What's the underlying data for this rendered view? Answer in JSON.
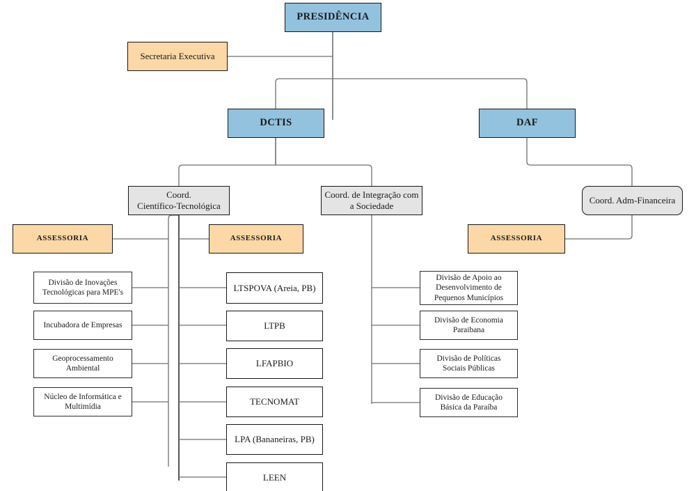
{
  "diagram": {
    "title": "Organograma",
    "colors": {
      "blue": "#92c2de",
      "peach": "#fbd8a6",
      "gray": "#e4e4e4",
      "white": "#ffffff",
      "border": "#161616",
      "connector": "#6f6f6f",
      "connector_dark": "#2b2b2b"
    }
  },
  "nodes": {
    "presidencia": {
      "label": "PRESIDÊNCIA"
    },
    "secretaria_executiva": {
      "label": "Secretaria Executiva"
    },
    "dctis": {
      "label": "DCTIS"
    },
    "daf": {
      "label": "DAF"
    },
    "coord_cientifico": {
      "label": "Coord.\nCientífico-Tecnológica"
    },
    "coord_integracao": {
      "label": "Coord. de Integração com\na Sociedade"
    },
    "coord_adm_financeira": {
      "label": "Coord. Adm-Financeira"
    },
    "assessoria_1": {
      "label": "ASSESSORIA"
    },
    "assessoria_2": {
      "label": "ASSESSORIA"
    },
    "assessoria_3": {
      "label": "ASSESSORIA"
    },
    "div_inovacoes": {
      "label": "Divisão de Inovações\nTecnológicas para MPE's"
    },
    "incubadora": {
      "label": "Incubadora de Empresas"
    },
    "geoprocessamento": {
      "label": "Geoprocessamento\nAmbiental"
    },
    "nucleo_informatica": {
      "label": "Núcleo de Informática e\nMultimídia"
    },
    "ltspova": {
      "label": "LTSPOVA (Areia, PB)"
    },
    "ltpb": {
      "label": "LTPB"
    },
    "lfapbio": {
      "label": "LFAPBIO"
    },
    "tecnomat": {
      "label": "TECNOMAT"
    },
    "lpa": {
      "label": "LPA (Bananeiras, PB)"
    },
    "leen": {
      "label": "LEEN"
    },
    "div_apoio": {
      "label": "Divisão de Apoio ao\nDesenvolvimento de\nPequenos Municípios"
    },
    "div_economia": {
      "label": "Divisão de Economia\nParaibana"
    },
    "div_politicas": {
      "label": "Divisão de Políticas\nSociais Públicas"
    },
    "div_educacao": {
      "label": "Divisão de Educação\nBásica da Paraíba"
    }
  }
}
